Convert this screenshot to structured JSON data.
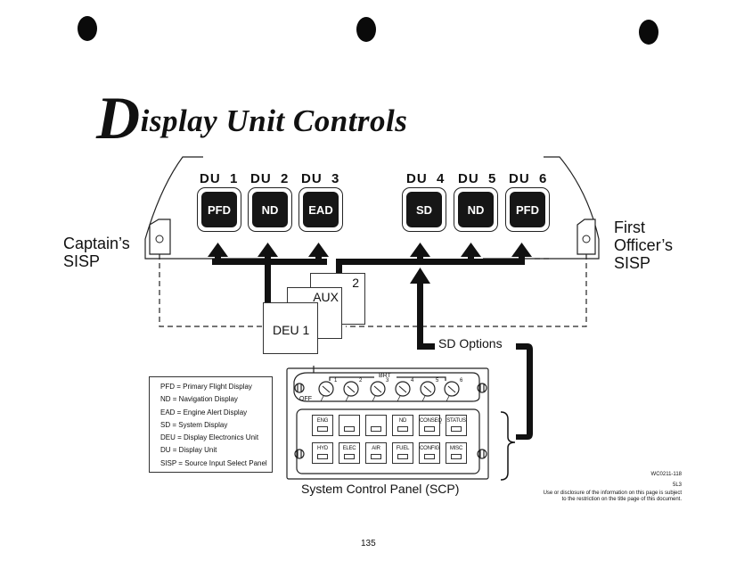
{
  "page": {
    "title_initial": "D",
    "title_rest": "isplay Unit Controls",
    "page_number": "135",
    "doc_code": "WC0211-118",
    "revision": "5L3",
    "disclaimer_line1": "Use or disclosure of the information on this page is subject",
    "disclaimer_line2": "to the restriction on the title page of this document."
  },
  "display_units": [
    {
      "label": "DU  1",
      "screen": "PFD"
    },
    {
      "label": "DU  2",
      "screen": "ND"
    },
    {
      "label": "DU  3",
      "screen": "EAD"
    },
    {
      "label": "DU  4",
      "screen": "SD"
    },
    {
      "label": "DU  5",
      "screen": "ND"
    },
    {
      "label": "DU  6",
      "screen": "PFD"
    }
  ],
  "sisp": {
    "captain_line1": "Captain’s",
    "captain_line2": "SISP",
    "fo_line1": "First",
    "fo_line2": "Officer’s",
    "fo_line3": "SISP"
  },
  "deu": {
    "deu1": "DEU 1",
    "aux": "AUX",
    "deu2": "2"
  },
  "sd_options": "SD Options",
  "scp": {
    "caption": "System Control Panel (SCP)",
    "brt_label": "BRT",
    "off_label": "OFF",
    "knobs": [
      "1",
      "2",
      "3",
      "4",
      "5",
      "6"
    ],
    "row1": [
      "ENG",
      "",
      "",
      "ND",
      "CONSEQ",
      "STATUS"
    ],
    "row2": [
      "HYD",
      "ELEC",
      "AIR",
      "FUEL",
      "CONFIG",
      "MISC"
    ]
  },
  "legend": [
    "PFD = Primary Flight Display",
    "ND   = Navigation Display",
    "EAD = Engine Alert Display",
    "SD   = System Display",
    "DEU = Display Electronics Unit",
    "DU   = Display Unit",
    "SISP = Source Input Select Panel"
  ]
}
